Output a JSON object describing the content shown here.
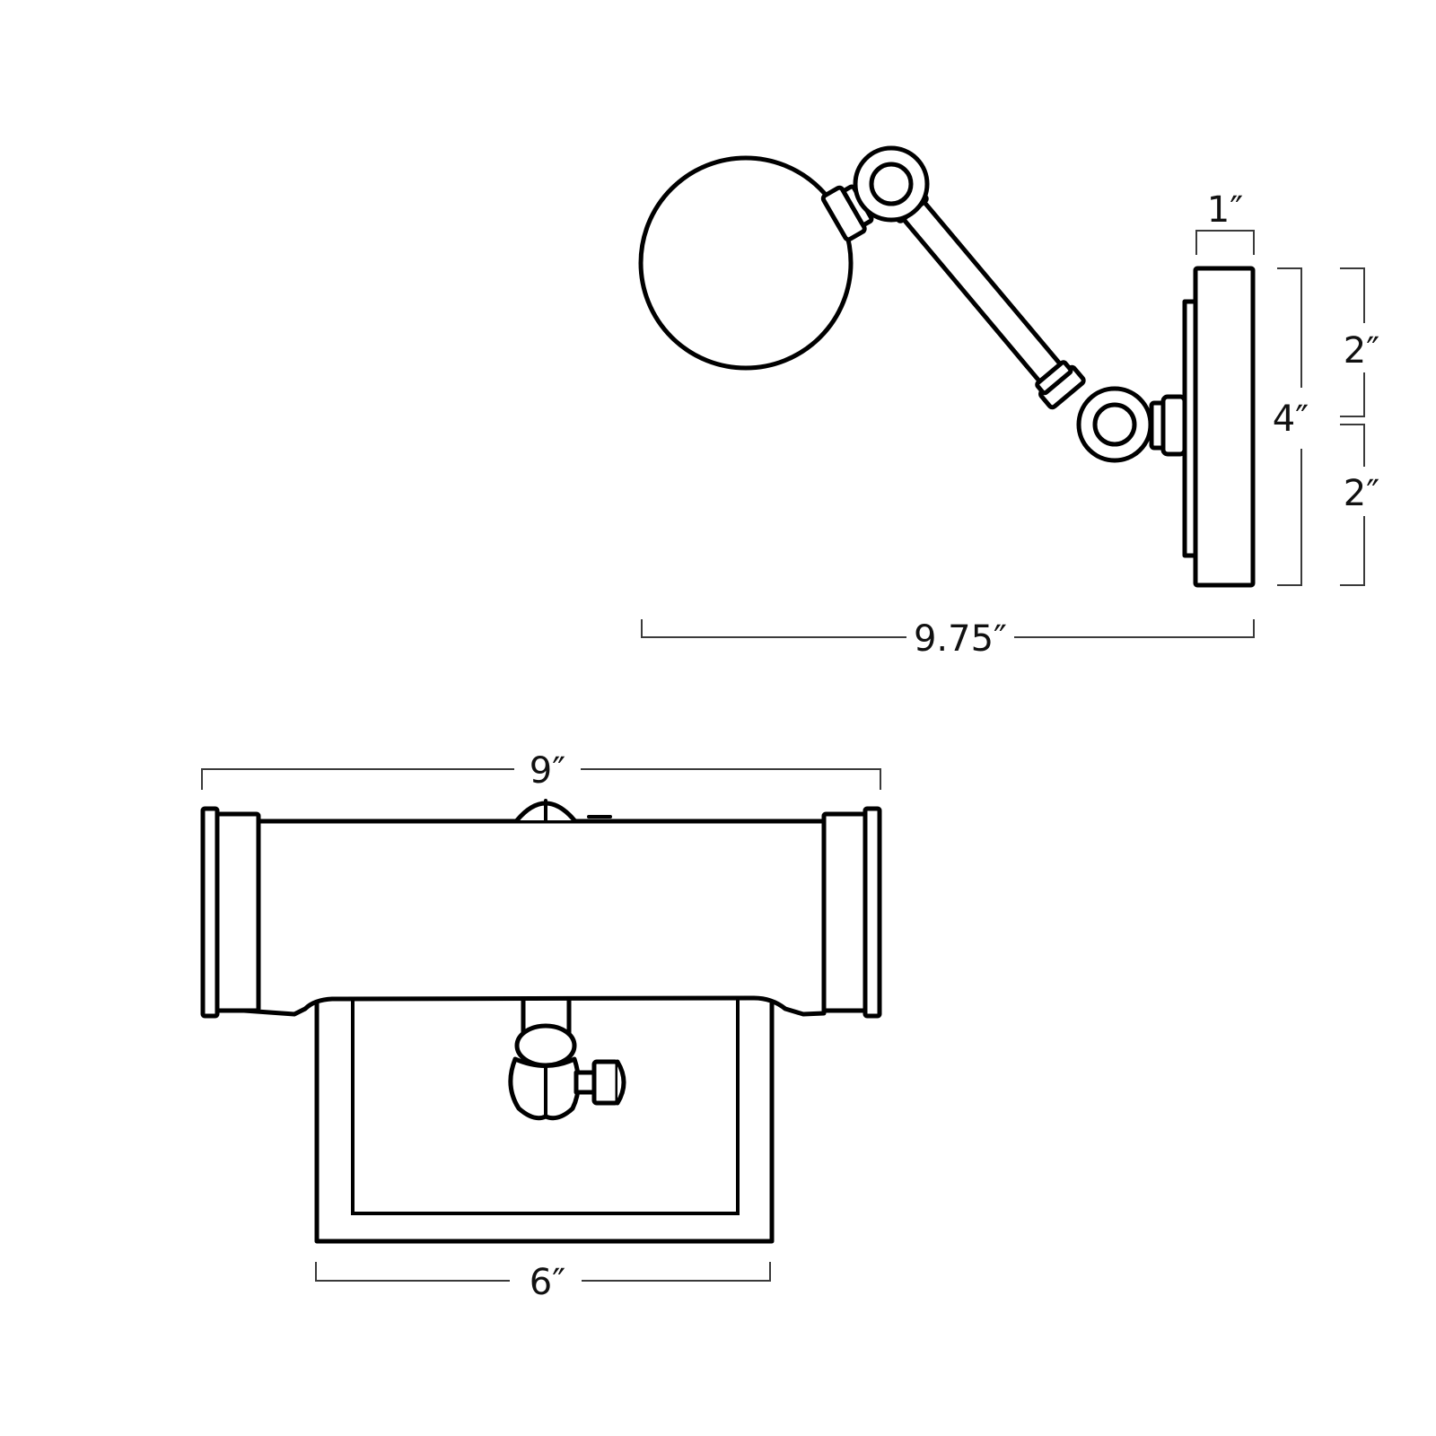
{
  "diagram": {
    "subject": "Wall sconce dimension drawing",
    "views": [
      {
        "name": "side-view",
        "parts": [
          "globe-shade",
          "upper-swivel-knuckle",
          "arm-rod",
          "lower-swivel-knuckle",
          "wall-backplate"
        ],
        "dimensions": {
          "backplate_depth": "1″",
          "backplate_height": "4″",
          "upper_half": "2″",
          "lower_half": "2″",
          "overall_extension": "9.75″"
        }
      },
      {
        "name": "front-view",
        "parts": [
          "cylinder-shade",
          "left-end-cap",
          "right-end-cap",
          "swivel-joint",
          "adjustment-knob",
          "wall-backplate"
        ],
        "dimensions": {
          "shade_width": "9″",
          "backplate_width": "6″"
        }
      }
    ],
    "line_color": "#000000",
    "dimension_line_color": "#3a3a3a",
    "background": "#ffffff"
  }
}
